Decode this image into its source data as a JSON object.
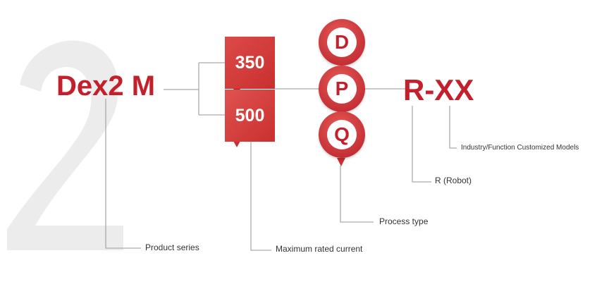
{
  "watermark": "2",
  "series_name": "Dex2 M",
  "currents": [
    "350",
    "500"
  ],
  "process_types": [
    "D",
    "P",
    "Q"
  ],
  "suffix": "R-XX",
  "labels": {
    "product_series": "Product series",
    "max_current": "Maximum rated current",
    "process_type": "Process type",
    "robot": "R (Robot)",
    "custom": "Industry/Function Customized Models"
  },
  "colors": {
    "accent": "#c4202b"
  }
}
